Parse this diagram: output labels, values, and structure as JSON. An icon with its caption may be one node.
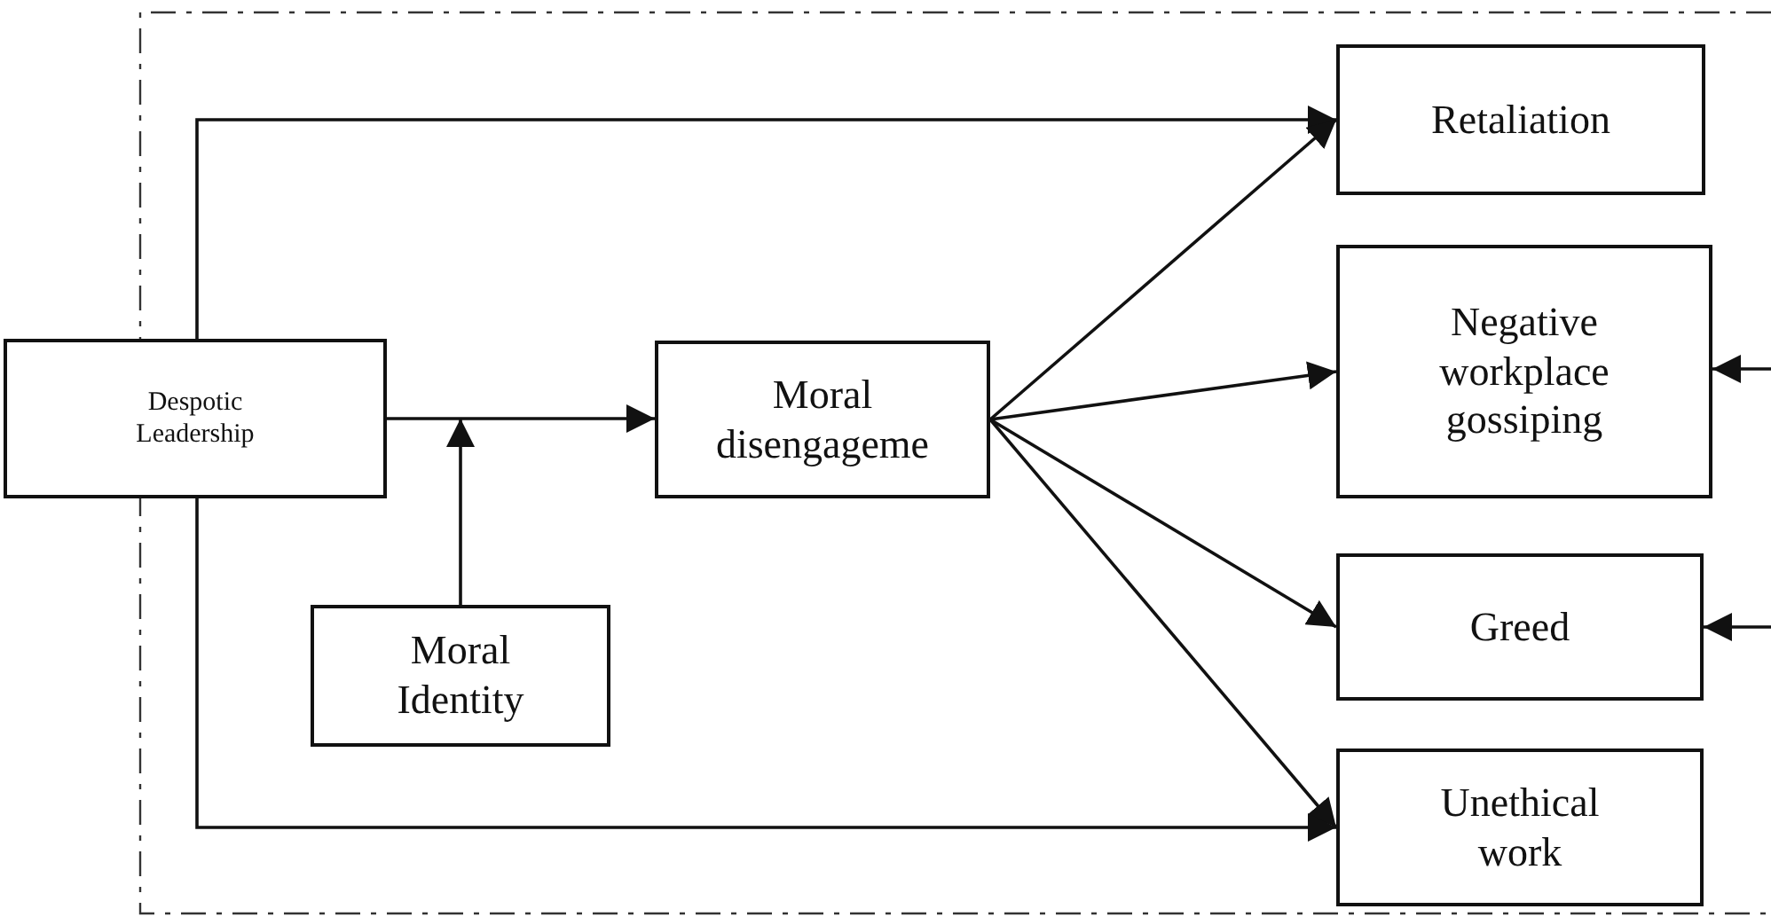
{
  "diagram": {
    "nodes": [
      {
        "text": [
          "Despotic Leadership"
        ]
      },
      {
        "text": [
          "Moral disengageme"
        ]
      },
      {
        "text": [
          "Moral Identity"
        ]
      },
      {
        "text": [
          "Retaliation"
        ]
      },
      {
        "text": [
          "Negative workplace gossiping"
        ]
      },
      {
        "text": [
          "Greed"
        ]
      },
      {
        "text": [
          "Unethical work"
        ]
      }
    ],
    "edges": [
      {
        "from": 0,
        "to": 1,
        "arrow": "to"
      },
      {
        "from": 2,
        "to": null,
        "arrow": "to"
      },
      {
        "from": 0,
        "to": 3,
        "arrow": "to"
      },
      {
        "from": 1,
        "to": 3,
        "arrow": "to"
      },
      {
        "from": 1,
        "to": 4,
        "arrow": "to"
      },
      {
        "from": 1,
        "to": 5,
        "arrow": "to"
      },
      {
        "from": 1,
        "to": 6,
        "arrow": "to"
      },
      {
        "from": 0,
        "to": 6,
        "arrow": "to"
      },
      {
        "from": null,
        "to": 4,
        "arrow": "to"
      },
      {
        "from": null,
        "to": 5,
        "arrow": "to"
      }
    ]
  }
}
